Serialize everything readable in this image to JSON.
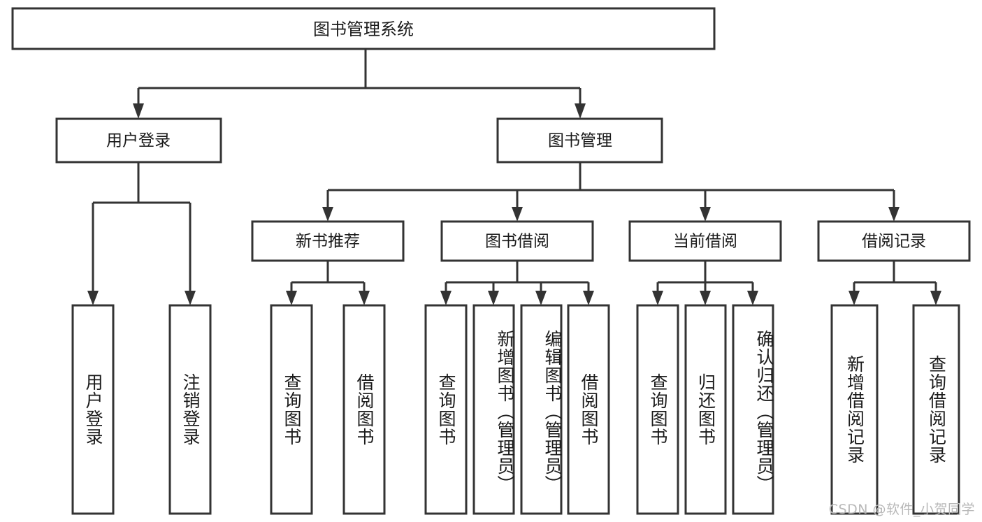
{
  "diagram": {
    "type": "tree",
    "title": "图书管理系统",
    "watermark": "CSDN @软件_小贺同学",
    "colors": {
      "stroke": "#333333",
      "box_fill": "#ffffff",
      "text": "#1a1a1a",
      "watermark": "#b8b8b8",
      "background": "#ffffff"
    },
    "root": {
      "label": "图书管理系统"
    },
    "level2": [
      {
        "label": "用户登录"
      },
      {
        "label": "图书管理"
      }
    ],
    "level3": [
      {
        "label": "新书推荐"
      },
      {
        "label": "图书借阅"
      },
      {
        "label": "当前借阅"
      },
      {
        "label": "借阅记录"
      }
    ],
    "leaves": {
      "user_login": [
        {
          "label": "用户登录"
        },
        {
          "label": "注销登录"
        }
      ],
      "new_book_recommend": [
        {
          "label": "查询图书"
        },
        {
          "label": "借阅图书"
        }
      ],
      "book_borrow": [
        {
          "label": "查询图书"
        },
        {
          "label": "新增图书（管理员）"
        },
        {
          "label": "编辑图书（管理员）"
        },
        {
          "label": "借阅图书"
        }
      ],
      "current_borrow": [
        {
          "label": "查询图书"
        },
        {
          "label": "归还图书"
        },
        {
          "label": "确认归还（管理员）"
        }
      ],
      "borrow_record": [
        {
          "label": "新增借阅记录"
        },
        {
          "label": "查询借阅记录"
        }
      ]
    }
  }
}
